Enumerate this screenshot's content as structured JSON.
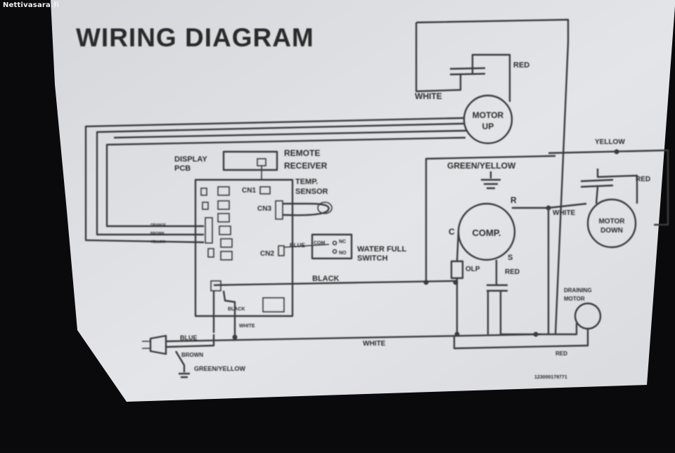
{
  "watermark": "Nettivasara.fi",
  "diagram": {
    "title": "WIRING DIAGRAM",
    "labels": {
      "white_top": "WHITE",
      "red_top": "RED",
      "motor_up": [
        "MOTOR",
        "UP"
      ],
      "yellow": "YELLOW",
      "display_pcb": [
        "DISPLAY",
        "PCB"
      ],
      "remote_receiver": [
        "REMOTE",
        "RECEIVER"
      ],
      "green_yellow": "GREEN/YELLOW",
      "cn1": "CN1",
      "temp_sensor": [
        "TEMP.",
        "SENSOR"
      ],
      "cn3": "CN3",
      "r": "R",
      "white_right": "WHITE",
      "red_right": "RED",
      "motor_down": [
        "MOTOR",
        "DOWN"
      ],
      "c": "C",
      "comp": "COMP.",
      "blue": "BLUE",
      "com": "COM",
      "nc": "NC",
      "no": "NO",
      "water_full_switch": [
        "WATER FULL",
        "SWITCH"
      ],
      "cn2": "CN2",
      "olp": "OLP",
      "s": "S",
      "red_s": "RED",
      "black_mid": "BLACK",
      "draining_motor": [
        "DRAINING",
        "MOTOR"
      ],
      "black_small": "BLACK",
      "white_small": "WHITE",
      "blue_plug": "BLUE",
      "brown_plug": "BROWN",
      "white_bottom": "WHITE",
      "red_bottom": "RED",
      "green_yellow_bottom": "GREEN/YELLOW",
      "part_no": "123000179771",
      "orange": "ORANGE",
      "brown": "BROWN",
      "yellow_small": "YELLOW"
    }
  }
}
